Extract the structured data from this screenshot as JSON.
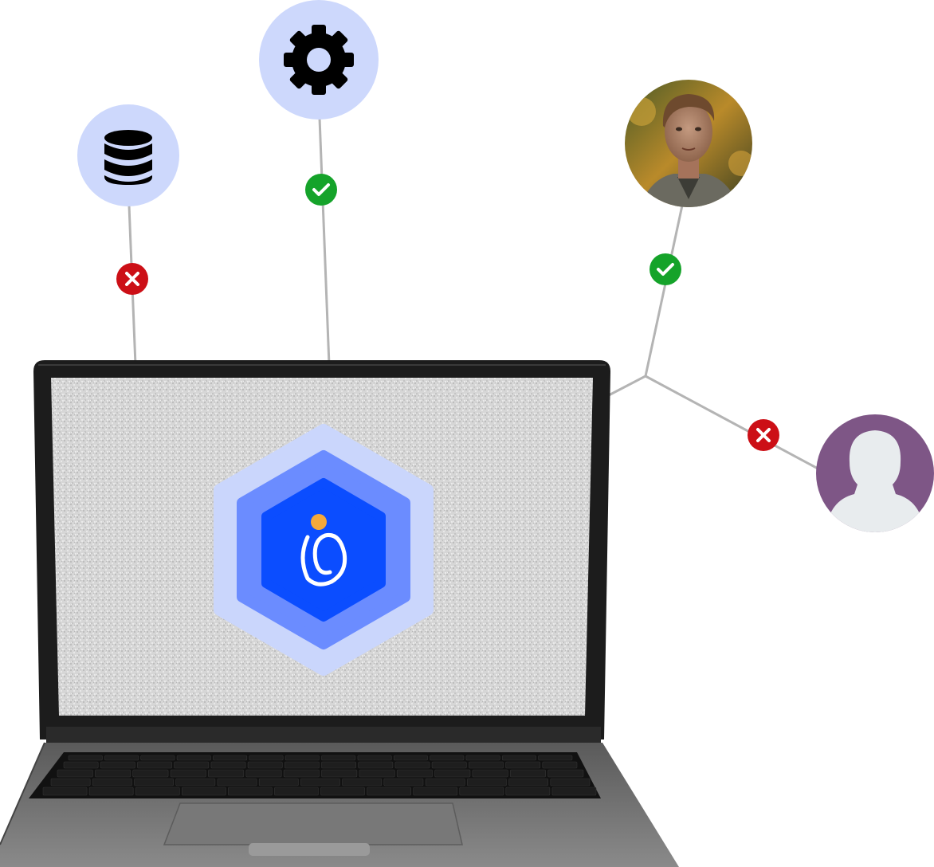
{
  "nodes": {
    "database": {
      "icon": "database-icon",
      "status": "denied",
      "bg_color": "#cdd8fc"
    },
    "settings": {
      "icon": "gear-icon",
      "status": "allowed",
      "bg_color": "#cdd8fc"
    },
    "user_photo": {
      "icon": "user-photo-avatar",
      "status": "allowed"
    },
    "generic_user": {
      "icon": "person-silhouette-icon",
      "status": "denied",
      "bg_color": "#7e5686"
    }
  },
  "status_colors": {
    "allowed": "#15a32a",
    "denied": "#cc0f16"
  },
  "center_logo": {
    "icon": "swirl-logo-icon",
    "hex_colors": [
      "#cad6fc",
      "#6b8cff",
      "#0b4dff"
    ],
    "dot_color": "#f5a93a"
  }
}
